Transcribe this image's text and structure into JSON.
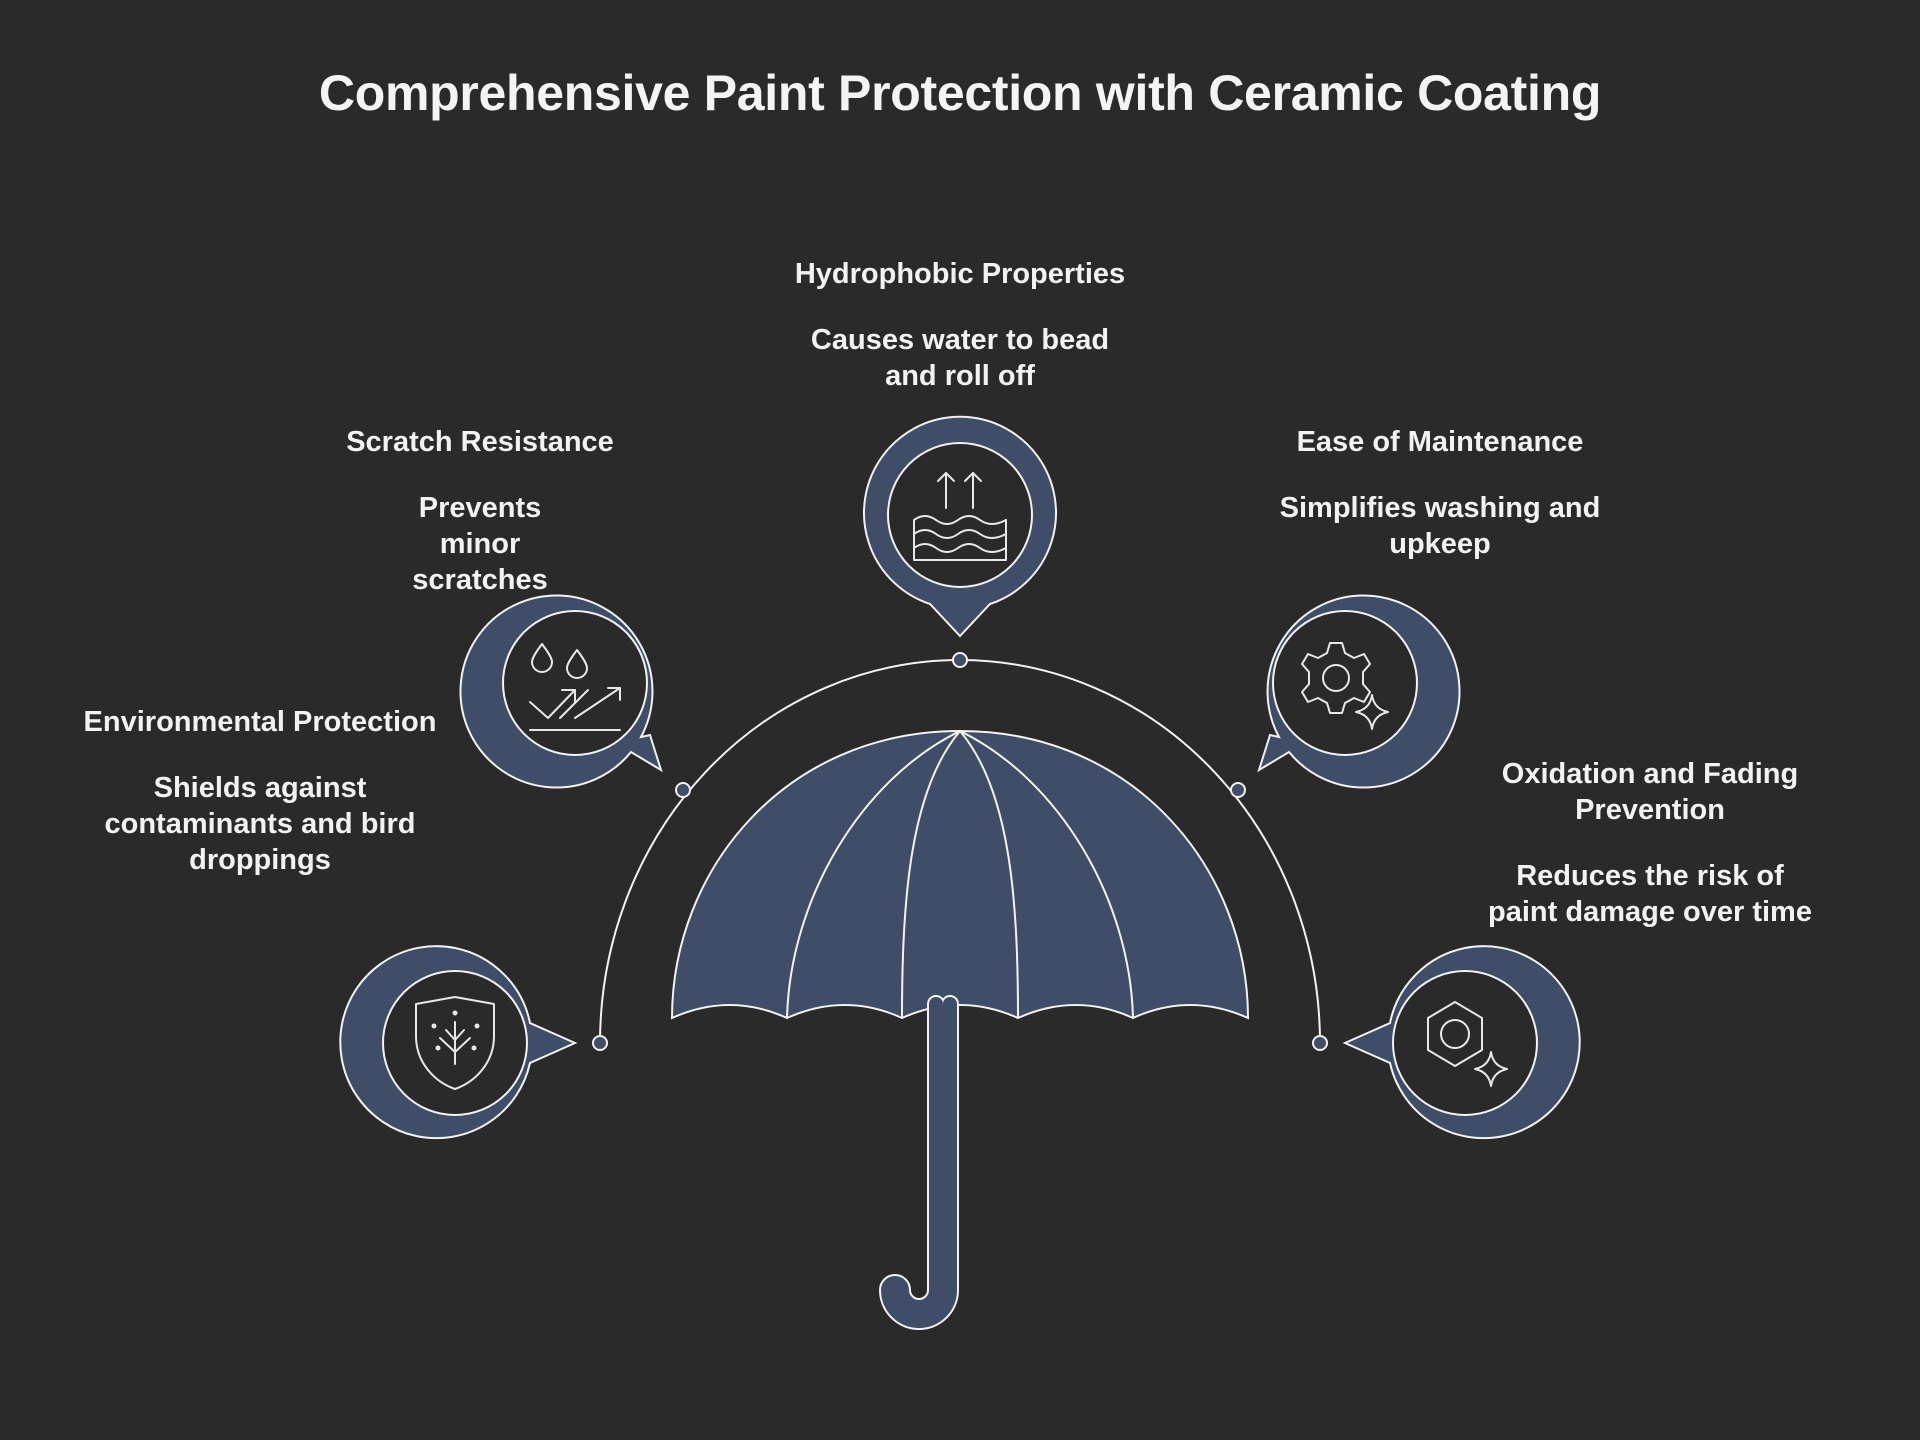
{
  "title": "Comprehensive Paint Protection with Ceramic Coating",
  "colors": {
    "background": "#2a2a2a",
    "fill": "#3f4d69",
    "line": "#f2f2f2",
    "text": "#f2f2f2"
  },
  "items": [
    {
      "heading": "Environmental Protection",
      "description": "Shields against contaminants and bird droppings",
      "icon": "shield-plant-icon"
    },
    {
      "heading": "Scratch Resistance",
      "description": "Prevents minor scratches",
      "icon": "droplets-trend-icon"
    },
    {
      "heading": "Hydrophobic Properties",
      "description": "Causes water to bead and roll off",
      "icon": "water-waves-icon"
    },
    {
      "heading": "Ease of Maintenance",
      "description": "Simplifies washing and upkeep",
      "icon": "gear-sparkle-icon"
    },
    {
      "heading": "Oxidation and Fading Prevention",
      "description": "Reduces the risk of paint damage over time",
      "icon": "hexagon-sparkle-icon"
    }
  ]
}
